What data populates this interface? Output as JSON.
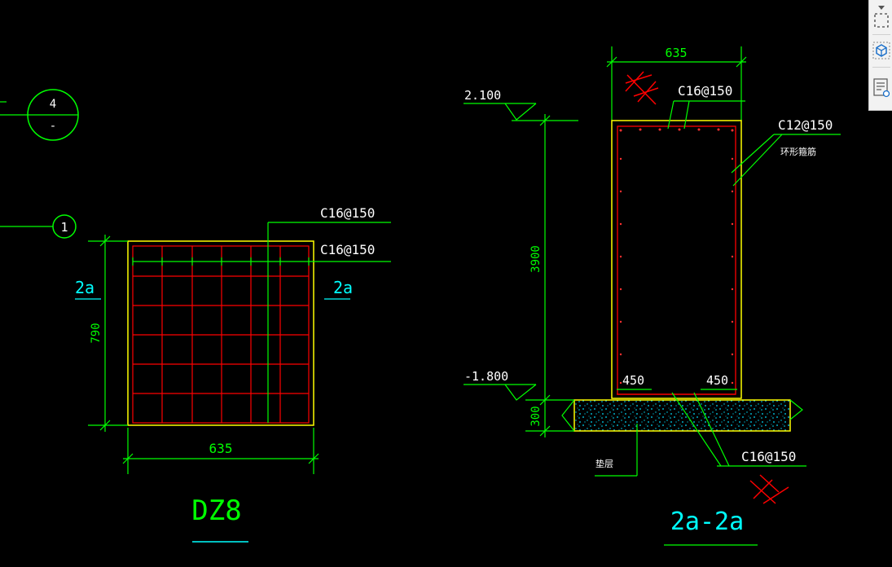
{
  "colors": {
    "background": "#000000",
    "green": "#00ff00",
    "yellow": "#ffff00",
    "red": "#ff0000",
    "cyan": "#00ffff",
    "white": "#ffffff"
  },
  "markers": {
    "section_top": "4",
    "section_bottom": "-",
    "axis": "1"
  },
  "left_view": {
    "title": "DZ8",
    "rebar_top": "C16@150",
    "rebar_second": "C16@150",
    "section_left": "2a",
    "section_right": "2a",
    "dim_height": "790",
    "dim_width": "635"
  },
  "right_view": {
    "title": "2a-2a",
    "dim_top_width": "635",
    "rebar_top": "C16@150",
    "rebar_side": "C12@150",
    "rebar_side_note": "环形箍筋",
    "elev_top": "2.100",
    "elev_bottom": "-1.800",
    "dim_height": "3900",
    "dim_base": "300",
    "dim_left_extend": "450",
    "dim_right_extend": "450",
    "rebar_bottom": "C16@150",
    "base_note": "垫层"
  },
  "toolbar": {
    "icons": [
      "dropdown-arrow-icon",
      "selection-box-icon",
      "view-cube-icon",
      "properties-list-icon"
    ]
  }
}
